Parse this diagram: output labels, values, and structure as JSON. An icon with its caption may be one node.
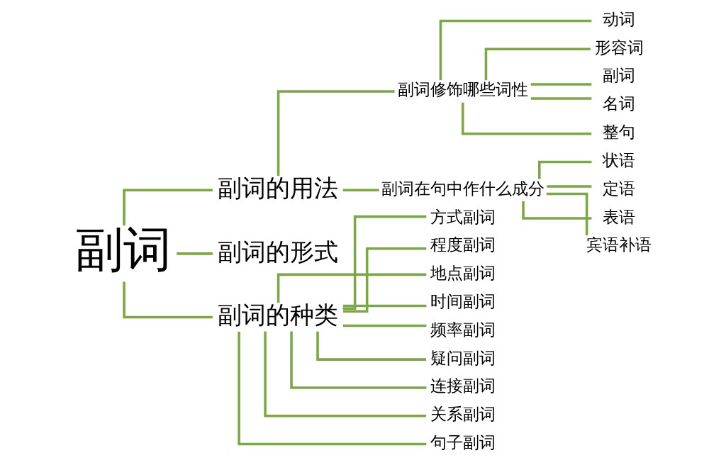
{
  "diagram": {
    "nodes": [
      {
        "text": [
          "副词"
        ]
      },
      {
        "text": [
          "副词的用法"
        ]
      },
      {
        "text": [
          "副词的形式"
        ]
      },
      {
        "text": [
          "副词的种类"
        ]
      },
      {
        "text": [
          "副词修饰哪些词性"
        ]
      },
      {
        "text": [
          "副词在句中作什么成分"
        ]
      },
      {
        "text": [
          "动词"
        ]
      },
      {
        "text": [
          "形容词"
        ]
      },
      {
        "text": [
          "副词"
        ]
      },
      {
        "text": [
          "名词"
        ]
      },
      {
        "text": [
          "整句"
        ]
      },
      {
        "text": [
          "状语"
        ]
      },
      {
        "text": [
          "定语"
        ]
      },
      {
        "text": [
          "表语"
        ]
      },
      {
        "text": [
          "宾语补语"
        ]
      },
      {
        "text": [
          "方式副词"
        ]
      },
      {
        "text": [
          "程度副词"
        ]
      },
      {
        "text": [
          "地点副词"
        ]
      },
      {
        "text": [
          "时间副词"
        ]
      },
      {
        "text": [
          "频率副词"
        ]
      },
      {
        "text": [
          "疑问副词"
        ]
      },
      {
        "text": [
          "连接副词"
        ]
      },
      {
        "text": [
          "关系副词"
        ]
      },
      {
        "text": [
          "句子副词"
        ]
      }
    ],
    "edges": [
      {
        "from": 0,
        "to": 1,
        "arrow": "none"
      },
      {
        "from": 0,
        "to": 2,
        "arrow": "none"
      },
      {
        "from": 0,
        "to": 3,
        "arrow": "none"
      },
      {
        "from": 1,
        "to": 4,
        "arrow": "none"
      },
      {
        "from": 1,
        "to": 5,
        "arrow": "none"
      },
      {
        "from": 4,
        "to": 6,
        "arrow": "none"
      },
      {
        "from": 4,
        "to": 7,
        "arrow": "none"
      },
      {
        "from": 4,
        "to": 8,
        "arrow": "none"
      },
      {
        "from": 4,
        "to": 9,
        "arrow": "none"
      },
      {
        "from": 4,
        "to": 10,
        "arrow": "none"
      },
      {
        "from": 5,
        "to": 11,
        "arrow": "none"
      },
      {
        "from": 5,
        "to": 12,
        "arrow": "none"
      },
      {
        "from": 5,
        "to": 13,
        "arrow": "none"
      },
      {
        "from": 5,
        "to": 14,
        "arrow": "none"
      },
      {
        "from": 3,
        "to": 15,
        "arrow": "none"
      },
      {
        "from": 3,
        "to": 16,
        "arrow": "none"
      },
      {
        "from": 3,
        "to": 17,
        "arrow": "none"
      },
      {
        "from": 3,
        "to": 18,
        "arrow": "none"
      },
      {
        "from": 3,
        "to": 19,
        "arrow": "none"
      },
      {
        "from": 3,
        "to": 20,
        "arrow": "none"
      },
      {
        "from": 3,
        "to": 21,
        "arrow": "none"
      },
      {
        "from": 3,
        "to": 22,
        "arrow": "none"
      },
      {
        "from": 3,
        "to": 23,
        "arrow": "none"
      }
    ]
  }
}
